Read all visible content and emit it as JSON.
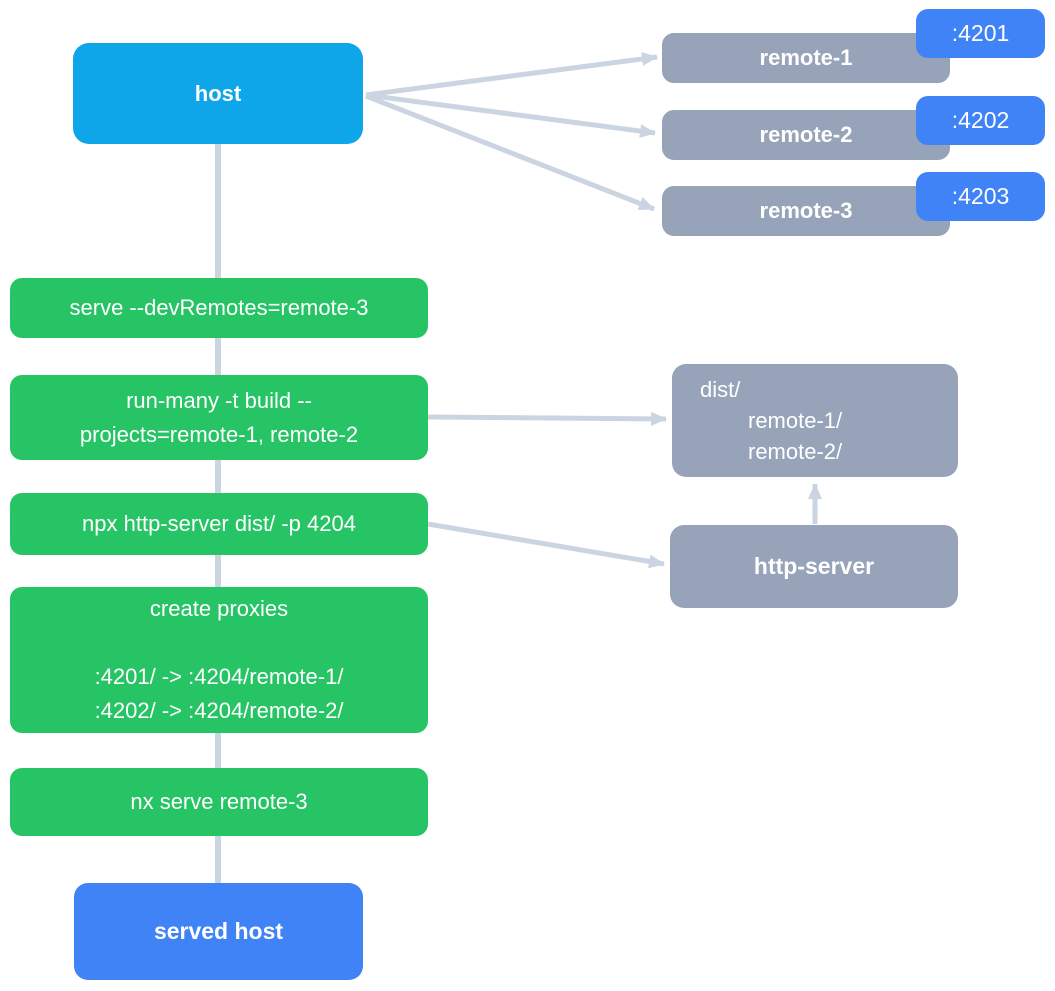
{
  "colors": {
    "background": "#ffffff",
    "host": "#0ea5e9",
    "remote": "#96a3b8",
    "port": "#3f83f6",
    "step": "#26c465",
    "storage": "#96a3b8",
    "served_host": "#3f83f6",
    "arrow": "#cbd5e1",
    "text": "#ffffff"
  },
  "nodes": {
    "host": {
      "label": "host"
    },
    "remotes": [
      {
        "label": "remote-1",
        "port": ":4201"
      },
      {
        "label": "remote-2",
        "port": ":4202"
      },
      {
        "label": "remote-3",
        "port": ":4203"
      }
    ],
    "steps": [
      {
        "label": "serve --devRemotes=remote-3"
      },
      {
        "label": "run-many -t build --\nprojects=remote-1, remote-2"
      },
      {
        "label": "npx http-server dist/ -p 4204"
      },
      {
        "label": "create proxies\n\n:4201/ -> :4204/remote-1/\n:4202/ -> :4204/remote-2/"
      },
      {
        "label": "nx serve remote-3"
      }
    ],
    "dist": {
      "lines": [
        "dist/",
        "remote-1/",
        "remote-2/"
      ]
    },
    "http_server": {
      "label": "http-server"
    },
    "served_host": {
      "label": "served host"
    }
  }
}
